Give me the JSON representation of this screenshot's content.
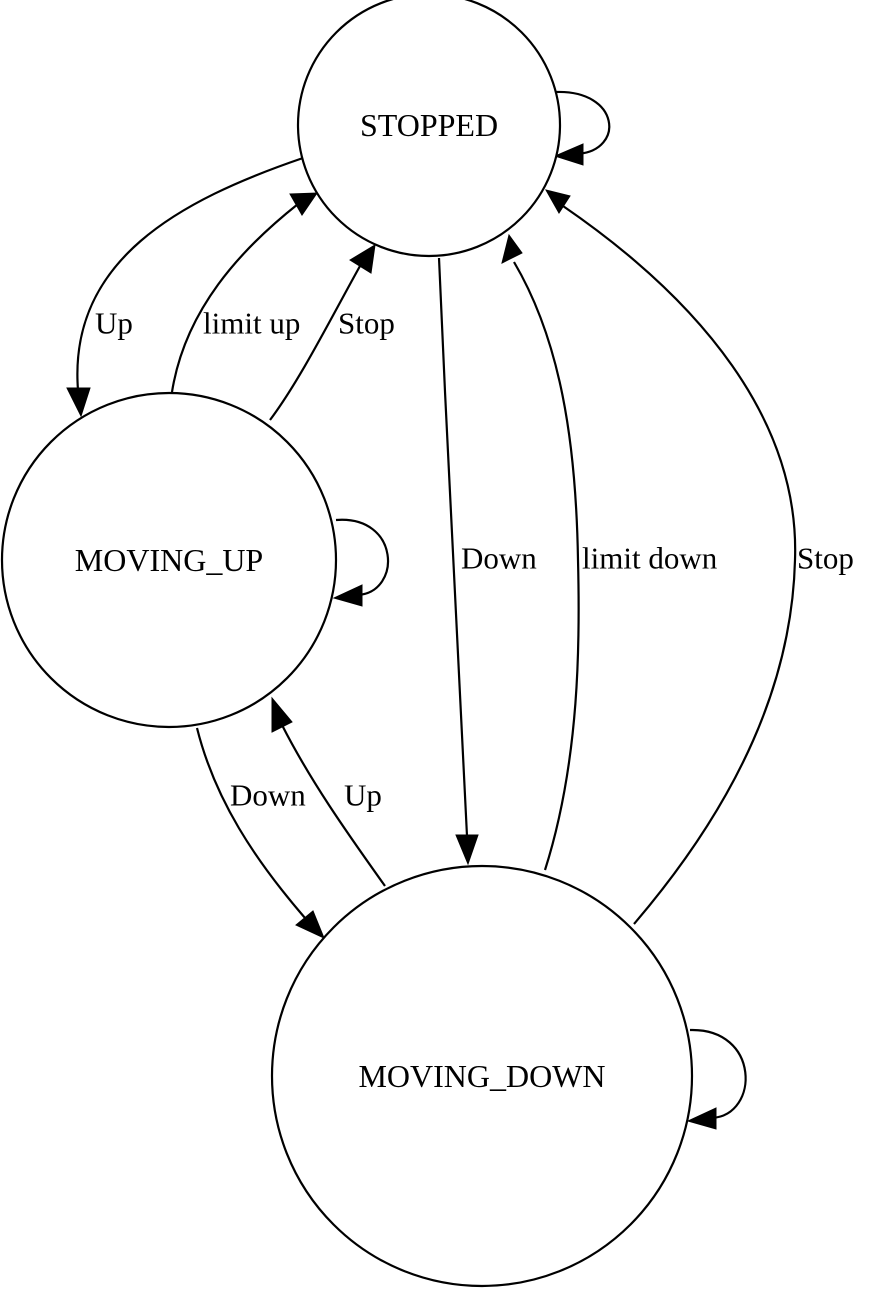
{
  "nodes": {
    "stopped": {
      "label": "STOPPED"
    },
    "moving_up": {
      "label": "MOVING_UP"
    },
    "moving_down": {
      "label": "MOVING_DOWN"
    }
  },
  "edges": {
    "stopped_to_up": {
      "label": "Up"
    },
    "up_to_stopped_limit": {
      "label": "limit up"
    },
    "up_to_stopped_stop": {
      "label": "Stop"
    },
    "stopped_to_down": {
      "label": "Down"
    },
    "down_to_stopped_limit": {
      "label": "limit down"
    },
    "down_to_stopped_stop": {
      "label": "Stop"
    },
    "up_to_down": {
      "label": "Down"
    },
    "down_to_up": {
      "label": "Up"
    }
  },
  "colors": {
    "stroke": "#000000",
    "background": "#ffffff"
  }
}
